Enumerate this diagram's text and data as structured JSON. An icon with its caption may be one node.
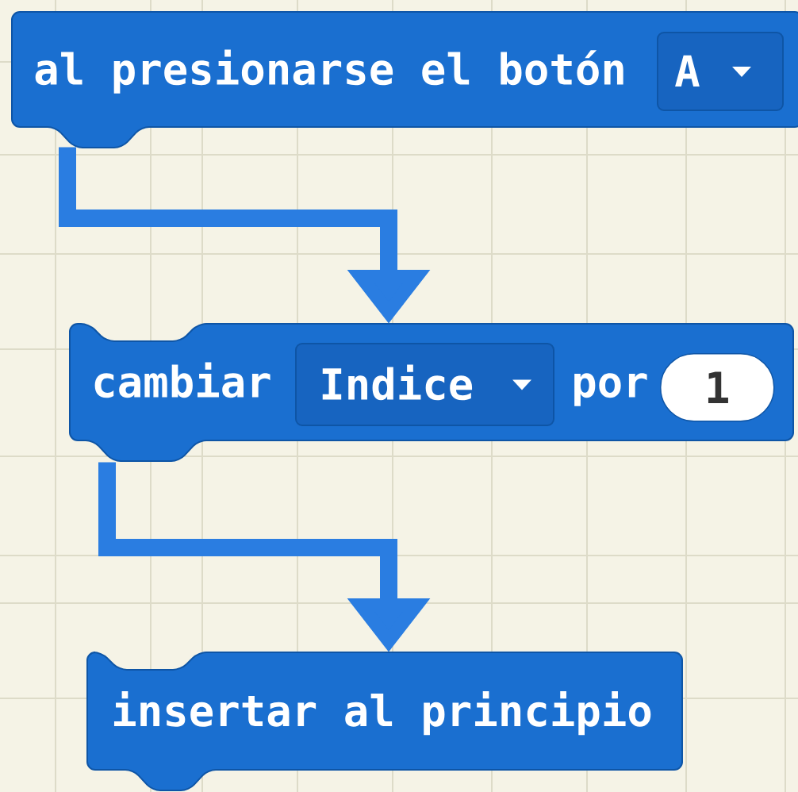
{
  "diagram": {
    "nodes": [
      {
        "text": [
          "al presionarse el botón"
        ]
      },
      {
        "text": [
          "A"
        ],
        "in": 0
      },
      {
        "text": [
          "cambiar",
          "por"
        ]
      },
      {
        "text": [
          "Indice"
        ],
        "in": 2
      },
      {
        "text": [
          "1"
        ],
        "in": 2
      },
      {
        "text": [
          "insertar al principio"
        ]
      }
    ],
    "edges": [
      {
        "from": 0,
        "to": 2,
        "arrow": "to"
      },
      {
        "from": 2,
        "to": 5,
        "arrow": "to"
      }
    ]
  }
}
